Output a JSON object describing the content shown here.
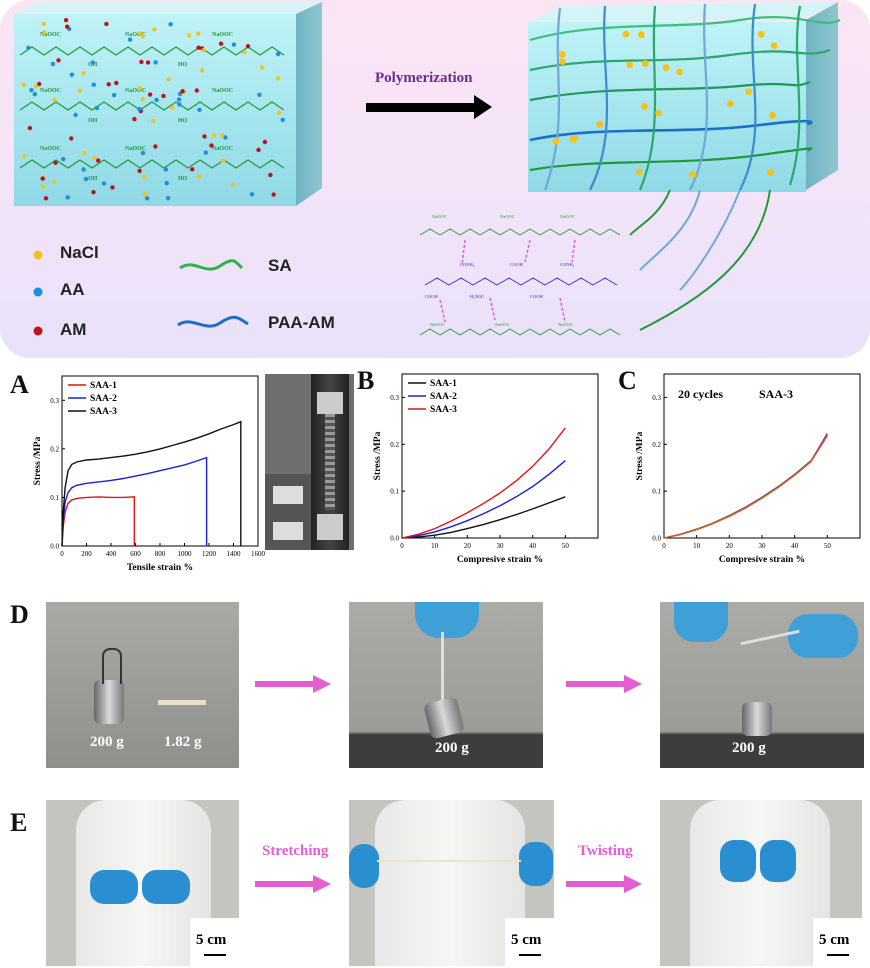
{
  "schematic": {
    "arrow_label": "Polymerization",
    "legend": [
      {
        "label": "NaCl",
        "color": "#f5c21b"
      },
      {
        "label": "AA",
        "color": "#1b8fe0"
      },
      {
        "label": "AM",
        "color": "#c0121b"
      }
    ],
    "line_legend": [
      {
        "label": "SA",
        "color": "#2fb24a"
      },
      {
        "label": "PAA-AM",
        "color": "#1a6fc8"
      }
    ],
    "chem_labels": {
      "naooc": "NaOOC",
      "oh": "OH",
      "ho": "HO",
      "cooh": "COOH",
      "h2noc": "H₂NOC",
      "conh2": "CONH₂"
    }
  },
  "panels": {
    "a": "A",
    "b": "B",
    "c": "C",
    "d": "D",
    "e": "E"
  },
  "chart_data": [
    {
      "type": "line",
      "panel": "A",
      "xlabel": "Tensile strain %",
      "ylabel": "Stress /MPa",
      "xlim": [
        0,
        1600
      ],
      "ylim": [
        0,
        0.35
      ],
      "xticks": [
        0,
        200,
        400,
        600,
        800,
        1000,
        1200,
        1400,
        1600
      ],
      "yticks": [
        0.0,
        0.1,
        0.2,
        0.3
      ],
      "legend_position": "top-left",
      "series": [
        {
          "name": "SAA-1",
          "color": "#e3141b",
          "x": [
            0,
            10,
            25,
            50,
            80,
            120,
            200,
            300,
            400,
            500,
            590,
            590
          ],
          "y": [
            0,
            0.04,
            0.07,
            0.088,
            0.095,
            0.098,
            0.1,
            0.101,
            0.1,
            0.1,
            0.101,
            0
          ]
        },
        {
          "name": "SAA-2",
          "color": "#1a22d6",
          "x": [
            0,
            10,
            25,
            50,
            80,
            120,
            200,
            300,
            400,
            500,
            600,
            700,
            800,
            900,
            1000,
            1100,
            1180,
            1180
          ],
          "y": [
            0,
            0.05,
            0.09,
            0.11,
            0.12,
            0.125,
            0.129,
            0.132,
            0.135,
            0.139,
            0.144,
            0.149,
            0.155,
            0.161,
            0.167,
            0.175,
            0.182,
            0
          ]
        },
        {
          "name": "SAA-3",
          "color": "#111111",
          "x": [
            0,
            10,
            25,
            50,
            80,
            120,
            200,
            300,
            400,
            500,
            600,
            700,
            800,
            900,
            1000,
            1100,
            1200,
            1300,
            1400,
            1460,
            1460
          ],
          "y": [
            0,
            0.07,
            0.12,
            0.155,
            0.168,
            0.173,
            0.177,
            0.179,
            0.182,
            0.185,
            0.189,
            0.194,
            0.2,
            0.207,
            0.214,
            0.222,
            0.231,
            0.241,
            0.25,
            0.256,
            0
          ]
        }
      ]
    },
    {
      "type": "line",
      "panel": "B",
      "xlabel": "Compresive strain %",
      "ylabel": "Stress /MPa",
      "xlim": [
        0,
        60
      ],
      "ylim": [
        0,
        0.35
      ],
      "xticks": [
        0,
        10,
        20,
        30,
        40,
        50
      ],
      "yticks": [
        0.0,
        0.1,
        0.2,
        0.3
      ],
      "legend_position": "top-left",
      "series": [
        {
          "name": "SAA-1",
          "color": "#111111",
          "x": [
            0,
            5,
            10,
            15,
            20,
            25,
            30,
            35,
            40,
            45,
            50
          ],
          "y": [
            0,
            0.002,
            0.006,
            0.012,
            0.02,
            0.029,
            0.039,
            0.05,
            0.062,
            0.075,
            0.088
          ]
        },
        {
          "name": "SAA-2",
          "color": "#1a22d6",
          "x": [
            0,
            5,
            10,
            15,
            20,
            25,
            30,
            35,
            40,
            45,
            50
          ],
          "y": [
            0,
            0.005,
            0.013,
            0.024,
            0.037,
            0.052,
            0.069,
            0.088,
            0.11,
            0.136,
            0.165
          ]
        },
        {
          "name": "SAA-3",
          "color": "#e3141b",
          "x": [
            0,
            5,
            10,
            15,
            20,
            25,
            30,
            35,
            40,
            45,
            50
          ],
          "y": [
            0,
            0.008,
            0.02,
            0.036,
            0.054,
            0.074,
            0.096,
            0.122,
            0.153,
            0.19,
            0.235
          ]
        }
      ]
    },
    {
      "type": "line",
      "panel": "C",
      "title": "20 cycles",
      "subtitle": "SAA-3",
      "xlabel": "Compresive strain %",
      "ylabel": "Stress /MPa",
      "xlim": [
        0,
        60
      ],
      "ylim": [
        0,
        0.35
      ],
      "xticks": [
        0,
        10,
        20,
        30,
        40,
        50
      ],
      "yticks": [
        0.0,
        0.1,
        0.2,
        0.3
      ],
      "series": [
        {
          "color": "#2b8a3e",
          "x": [
            0,
            5,
            10,
            15,
            20,
            25,
            30,
            35,
            40,
            45,
            50
          ],
          "y": [
            0,
            0.008,
            0.019,
            0.032,
            0.048,
            0.066,
            0.087,
            0.11,
            0.136,
            0.165,
            0.22
          ]
        },
        {
          "color": "#7a2bd6",
          "x": [
            0,
            5,
            10,
            15,
            20,
            25,
            30,
            35,
            40,
            45,
            50
          ],
          "y": [
            0,
            0.008,
            0.018,
            0.031,
            0.047,
            0.065,
            0.086,
            0.109,
            0.135,
            0.164,
            0.223
          ]
        },
        {
          "color": "#e05a1b",
          "x": [
            0,
            5,
            10,
            15,
            20,
            25,
            30,
            35,
            40,
            45,
            50
          ],
          "y": [
            0,
            0.007,
            0.018,
            0.031,
            0.046,
            0.064,
            0.085,
            0.108,
            0.134,
            0.163,
            0.218
          ]
        }
      ]
    }
  ],
  "photos_d": [
    {
      "labels": [
        "200 g",
        "1.82 g"
      ]
    },
    {
      "labels": [
        "200 g"
      ]
    },
    {
      "labels": [
        "200 g"
      ]
    }
  ],
  "photos_e": {
    "arrow_labels": [
      "Stretching",
      "Twisting"
    ],
    "scale_bar": "5 cm"
  }
}
